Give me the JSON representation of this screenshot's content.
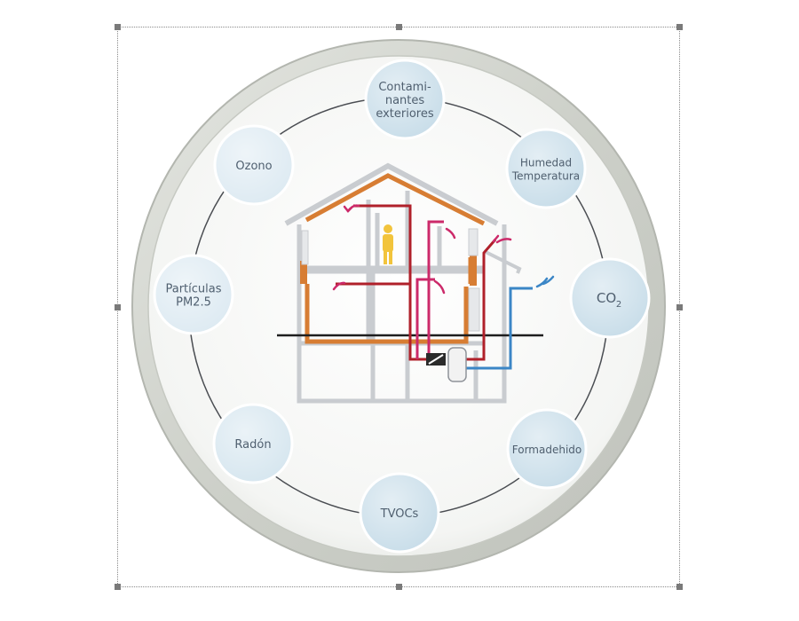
{
  "diagram": {
    "nodes": [
      {
        "id": "contaminantes",
        "lines": [
          "Contami-",
          "nantes",
          "exteriores"
        ],
        "color": "#c8dde9"
      },
      {
        "id": "humedad",
        "lines": [
          "Humedad",
          "Temperatura"
        ],
        "color": "#c8dde9"
      },
      {
        "id": "co2",
        "lines": [
          "CO",
          "2"
        ],
        "color": "#c8dde9"
      },
      {
        "id": "formaldehido",
        "lines": [
          "Formadehido"
        ],
        "color": "#c8dde9"
      },
      {
        "id": "tvocs",
        "lines": [
          "TVOCs"
        ],
        "color": "#c8dde9"
      },
      {
        "id": "radon",
        "lines": [
          "Radón"
        ],
        "color": "#d6e6ef"
      },
      {
        "id": "particulas",
        "lines": [
          "Partículas",
          "PM2.5"
        ],
        "color": "#ddeaf2"
      },
      {
        "id": "ozono",
        "lines": [
          "Ozono"
        ],
        "color": "#ddeaf2"
      }
    ],
    "colors": {
      "ring": "#d4d6d1",
      "ring_edge": "#b9bcb5",
      "orbit": "#4a4d52",
      "house_wall": "#c9ccd0",
      "insulation": "#d77d33",
      "supply_duct": "#b0202a",
      "extract_duct": "#cc2a6a",
      "fresh_air_duct": "#3b86c6",
      "person": "#f2c43c"
    }
  }
}
